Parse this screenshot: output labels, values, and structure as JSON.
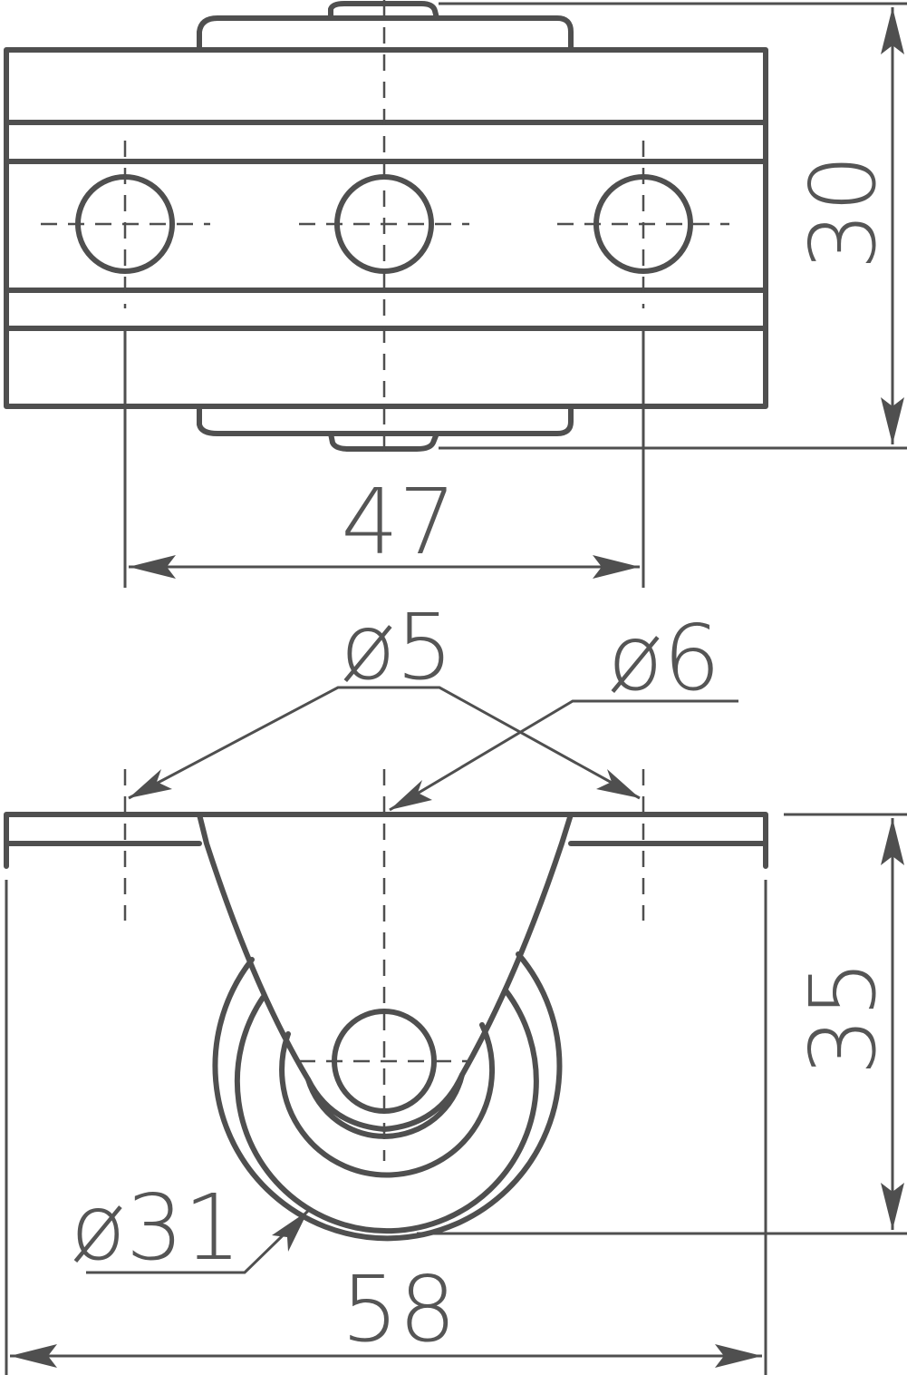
{
  "drawing": {
    "subject": "fixed castor wheel technical drawing",
    "line_color": "#4f4f4f",
    "text_color": "#555555",
    "background": "#ffffff"
  },
  "dimensions": {
    "top_height": "30",
    "top_hole_spacing": "47",
    "hole_diameter": "ø5",
    "center_hole_diameter": "ø6",
    "side_height": "35",
    "wheel_diameter": "ø31",
    "overall_width": "58"
  }
}
